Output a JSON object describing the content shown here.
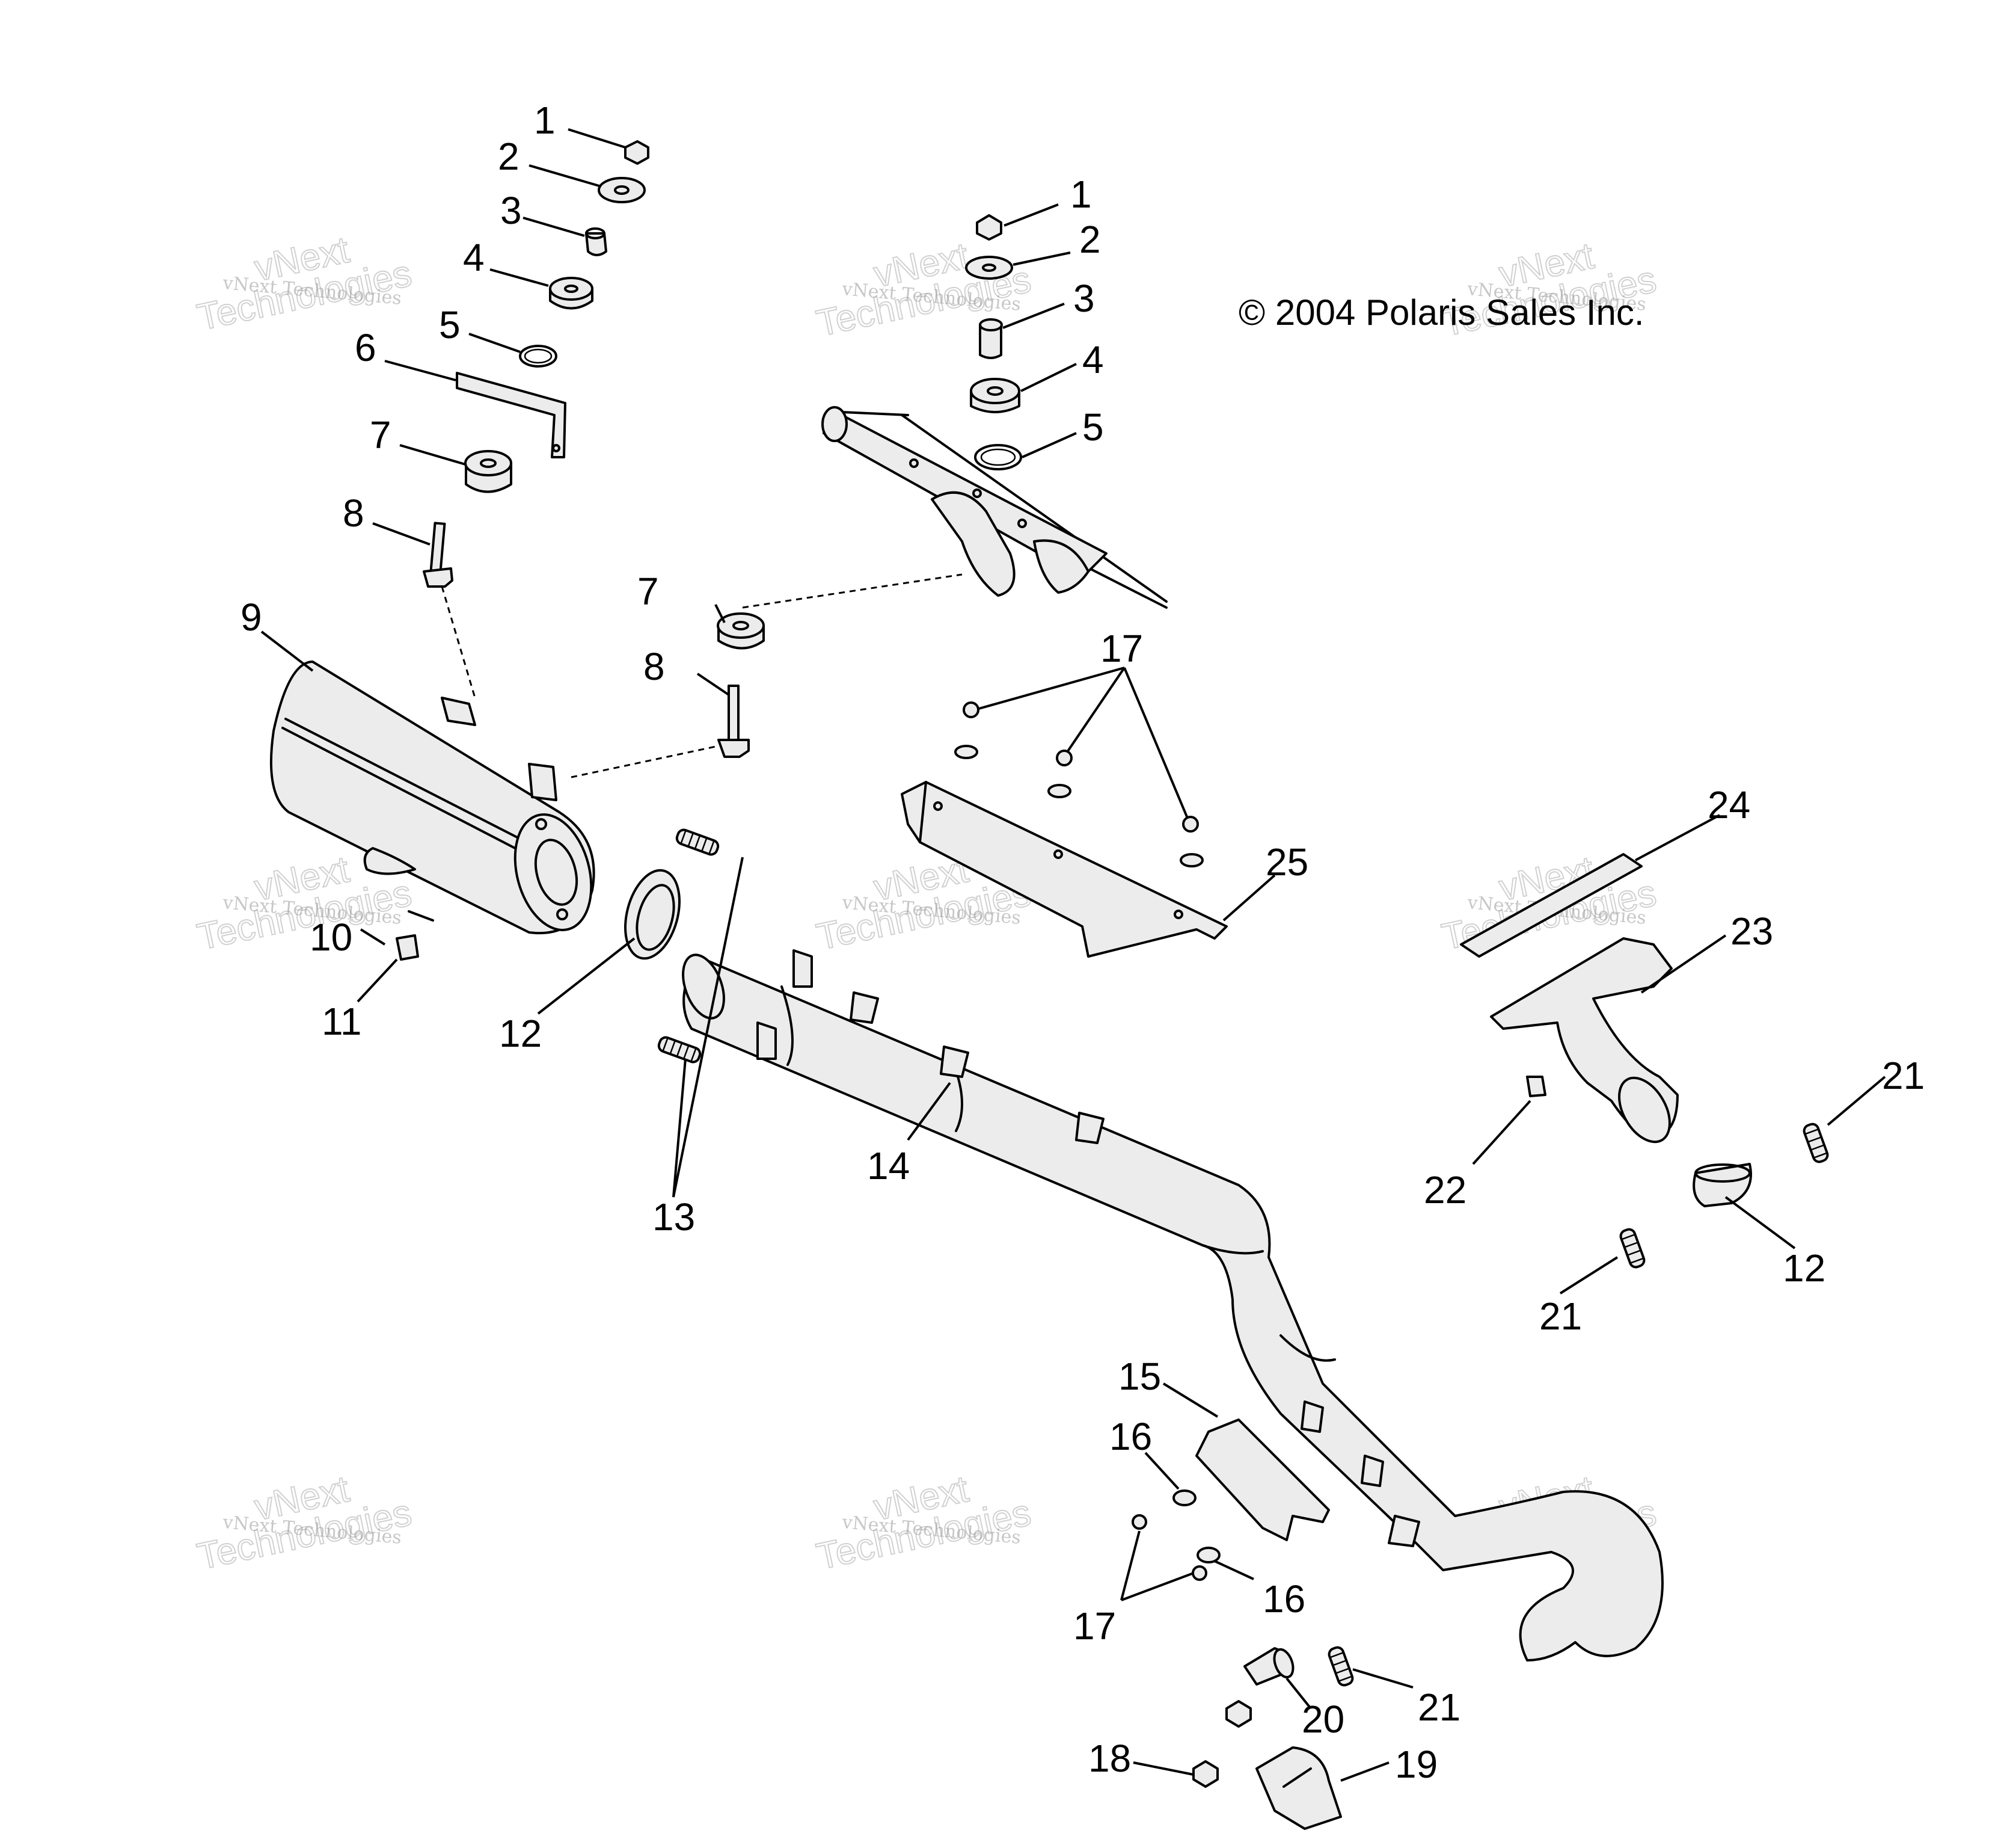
{
  "copyright": "© 2004 Polaris Sales Inc.",
  "watermark": {
    "line1": "vNext Technologies",
    "line2": "vNext\nTechnologies"
  },
  "callouts": {
    "c1a": "1",
    "c2a": "2",
    "c3a": "3",
    "c4a": "4",
    "c5a": "5",
    "c6": "6",
    "c7a": "7",
    "c8a": "8",
    "c9": "9",
    "c10": "10",
    "c11": "11",
    "c12a": "12",
    "c13": "13",
    "c14": "14",
    "c1b": "1",
    "c2b": "2",
    "c3b": "3",
    "c4b": "4",
    "c5b": "5",
    "c7b": "7",
    "c8b": "8",
    "c17a": "17",
    "c25": "25",
    "c24": "24",
    "c23": "23",
    "c21a": "21",
    "c22": "22",
    "c12b": "12",
    "c21b": "21",
    "c15": "15",
    "c16a": "16",
    "c16b": "16",
    "c17b": "17",
    "c20": "20",
    "c21c": "21",
    "c18": "18",
    "c19": "19"
  }
}
